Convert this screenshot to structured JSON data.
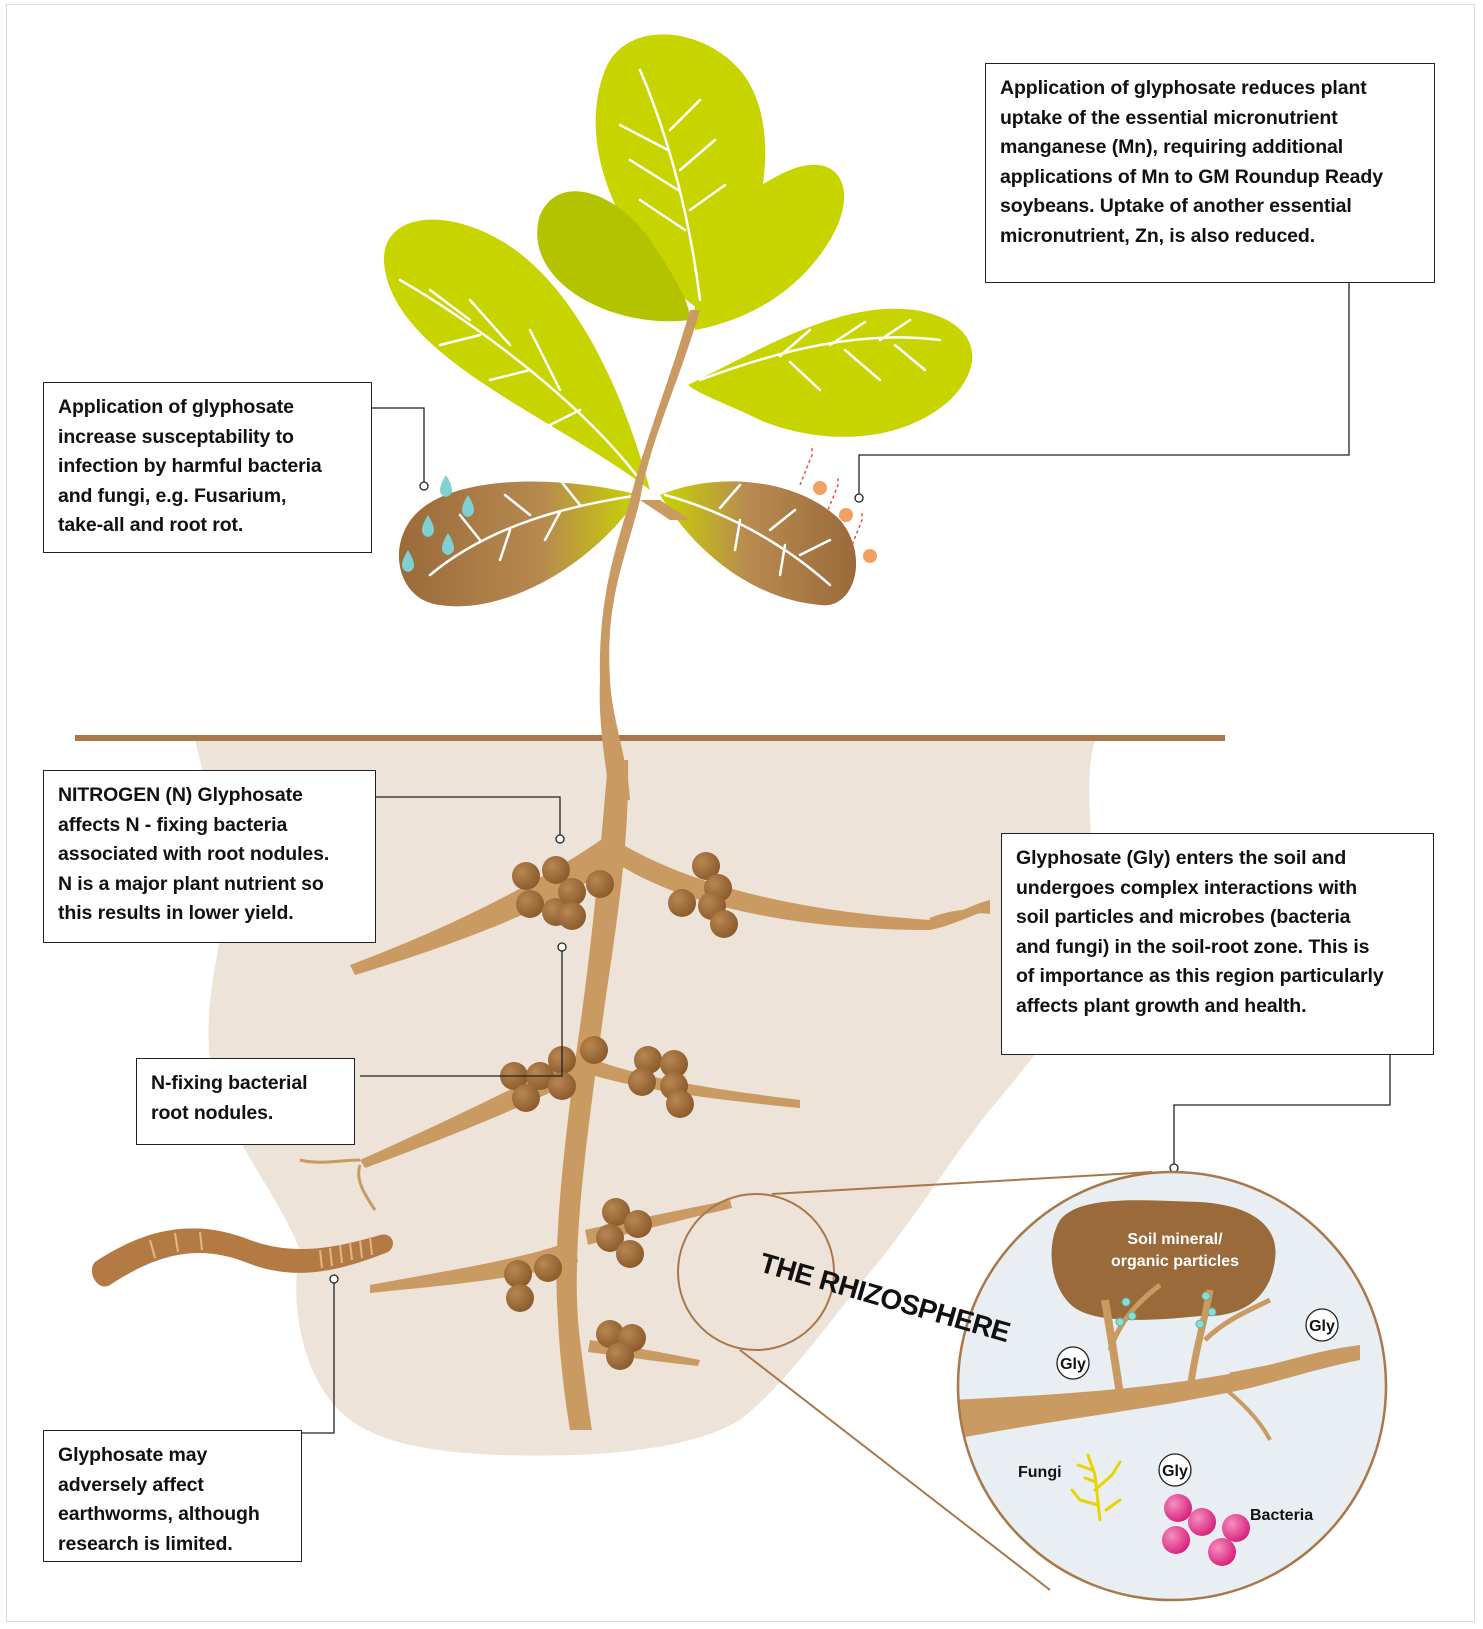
{
  "callouts": {
    "mn_uptake": "Application of glyphosate reduces plant\nuptake of the essential micronutrient\nmanganese (Mn), requiring additional\napplications of Mn to GM Roundup Ready\nsoybeans. Uptake of another essential\nmicronutrient, Zn, is also reduced.",
    "infection": "Application of glyphosate\nincrease susceptability to\ninfection by harmful bacteria\nand fungi, e.g. Fusarium,\ntake-all and root rot.",
    "nitrogen": "NITROGEN (N) Glyphosate\naffects N - fixing bacteria\nassociated with root nodules.\nN is a major plant nutrient so\nthis results in lower yield.",
    "nodules": "N-fixing bacterial\nroot nodules.",
    "soil": "Glyphosate (Gly) enters the soil and\nundergoes complex interactions with\nsoil particles and microbes (bacteria\nand fungi) in the soil-root zone. This is\nof importance as this region particularly\naffects plant growth and health.",
    "earthworm": "Glyphosate may\nadversely affect\nearthworms, although\nresearch is limited."
  },
  "rhizosphere": {
    "title": "THE RHIZOSPHERE",
    "soil_particles_line1": "Soil mineral/",
    "soil_particles_line2": "organic particles",
    "gly_label": "Gly",
    "fungi_label": "Fungi",
    "bacteria_label": "Bacteria"
  },
  "colors": {
    "leaf_green": "#c8d400",
    "leaf_dark": "#b4c300",
    "stem_brown": "#c99a62",
    "nodule_brown": "#9a6a3a",
    "soil_beige": "#ede3d8",
    "ground_line": "#a8784a",
    "magnify_bg": "#e9eef2",
    "bacteria_pink": "#e0358a",
    "fungi_yellow": "#e8d400",
    "droplet_teal": "#7fd0d0",
    "mn_orange": "#f0a060"
  },
  "icons": [
    "water-droplet-icon",
    "manganese-particle-icon",
    "earthworm-icon",
    "bacteria-icon",
    "fungi-icon",
    "magnifier-icon"
  ]
}
